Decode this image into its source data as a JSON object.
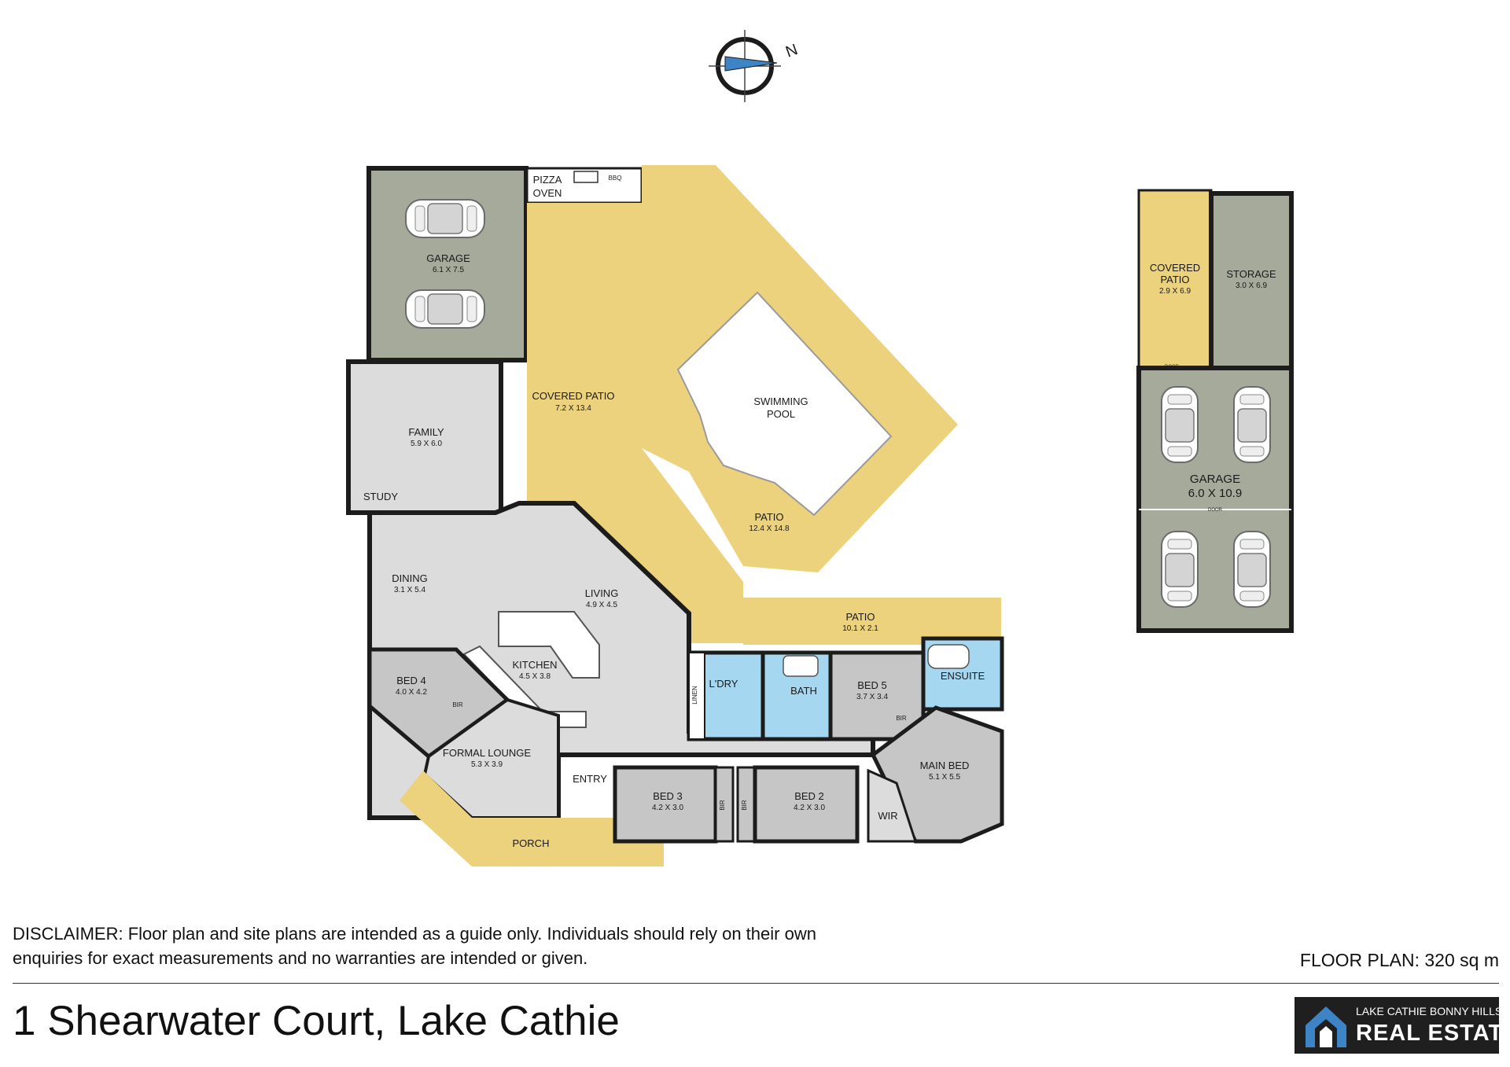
{
  "compass": {
    "label": "N"
  },
  "colors": {
    "wall": "#1c1c1c",
    "garage": "#a5aa9b",
    "patio": "#ecd27d",
    "interior": "#dcdcdc",
    "bedroom": "#c6c6c6",
    "wet_area": "#a6d7f1"
  },
  "rooms": {
    "garage": {
      "name": "GARAGE",
      "dim": "6.1 X 7.5"
    },
    "pizza_oven": {
      "name": "PIZZA OVEN",
      "line1": "PIZZA",
      "line2": "OVEN"
    },
    "bbq": {
      "name": "BBQ"
    },
    "covered_patio": {
      "name": "COVERED PATIO",
      "dim": "7.2 X 13.4"
    },
    "swimming_pool": {
      "name": "SWIMMING POOL",
      "line1": "SWIMMING",
      "line2": "POOL"
    },
    "pool_patio": {
      "name": "PATIO",
      "dim": "12.4 X 14.8"
    },
    "family": {
      "name": "FAMILY",
      "dim": "5.9 X 6.0"
    },
    "study": {
      "name": "STUDY"
    },
    "dining": {
      "name": "DINING",
      "dim": "3.1 X 5.4"
    },
    "living": {
      "name": "LIVING",
      "dim": "4.9 X 4.5"
    },
    "kitchen": {
      "name": "KITCHEN",
      "dim": "4.5 X 3.8"
    },
    "rear_patio": {
      "name": "PATIO",
      "dim": "10.1 X 2.1"
    },
    "bed4": {
      "name": "BED 4",
      "dim": "4.0 X 4.2"
    },
    "bed4_bir": {
      "name": "BIR"
    },
    "laundry": {
      "name": "L'DRY"
    },
    "linen": {
      "name": "LINEN"
    },
    "bath": {
      "name": "BATH"
    },
    "bed5": {
      "name": "BED 5",
      "dim": "3.7 X 3.4"
    },
    "bed5_bir": {
      "name": "BIR"
    },
    "ensuite": {
      "name": "ENSUITE"
    },
    "formal_lounge": {
      "name": "FORMAL LOUNGE",
      "dim": "5.3 X 3.9"
    },
    "entry": {
      "name": "ENTRY"
    },
    "bed3": {
      "name": "BED 3",
      "dim": "4.2 X 3.0"
    },
    "bed3_bir": {
      "name": "BIR"
    },
    "bed2": {
      "name": "BED 2",
      "dim": "4.2 X 3.0"
    },
    "bed2_bir": {
      "name": "BIR"
    },
    "main_bed": {
      "name": "MAIN BED",
      "dim": "5.1 X 5.5"
    },
    "wir": {
      "name": "WIR"
    },
    "porch": {
      "name": "PORCH"
    }
  },
  "outbuilding": {
    "covered_patio": {
      "name": "COVERED PATIO",
      "line1": "COVERED",
      "line2": "PATIO",
      "dim": "2.9 X 6.9"
    },
    "storage": {
      "name": "STORAGE",
      "dim": "3.0 X 6.9"
    },
    "garage": {
      "name": "GARAGE",
      "dim": "6.0 X 10.9"
    },
    "door_label": "DOOR"
  },
  "footer": {
    "disclaimer": "DISCLAIMER: Floor plan and site plans are intended as a guide only. Individuals should rely on their own enquiries for exact measurements and no warranties are intended or given.",
    "floor_area": "FLOOR PLAN: 320 sq m",
    "address": "1 Shearwater Court, Lake Cathie",
    "logo_line1": "LAKE CATHIE BONNY HILLS",
    "logo_line2": "REAL ESTATE"
  }
}
